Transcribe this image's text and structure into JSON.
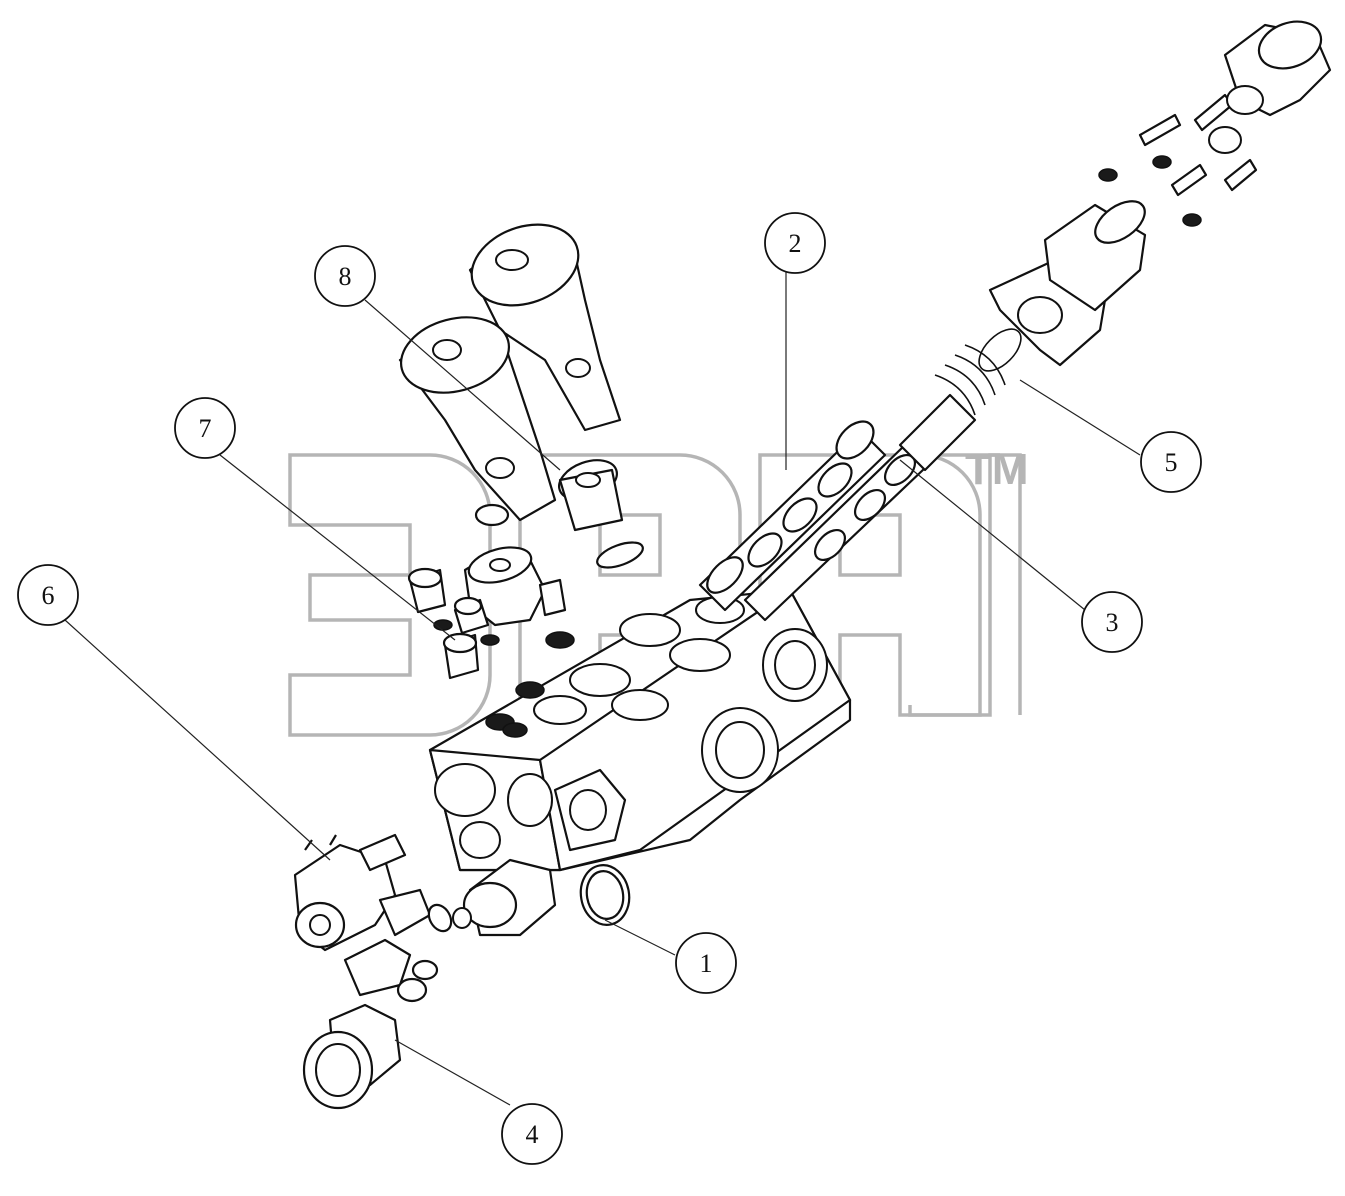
{
  "diagram": {
    "type": "exploded-assembly",
    "callouts": [
      {
        "id": "1",
        "label": "1"
      },
      {
        "id": "2",
        "label": "2"
      },
      {
        "id": "3",
        "label": "3"
      },
      {
        "id": "4",
        "label": "4"
      },
      {
        "id": "5",
        "label": "5"
      },
      {
        "id": "6",
        "label": "6"
      },
      {
        "id": "7",
        "label": "7"
      },
      {
        "id": "8",
        "label": "8"
      }
    ]
  },
  "watermark": {
    "text": "ЗЭАП",
    "trademark": "TM"
  },
  "colors": {
    "line": "#111111",
    "watermark": "#b5b5b5",
    "background": "#ffffff"
  }
}
